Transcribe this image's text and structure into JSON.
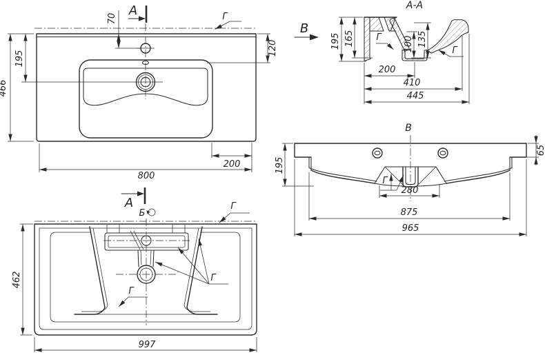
{
  "sheet": {
    "background": "#ffffff",
    "line_color": "#2b2b2b"
  },
  "plan_view": {
    "section_marker": "А",
    "surface_mark": "Г",
    "dims": {
      "d70": "70",
      "d466": "466",
      "d195": "195",
      "d120": "120",
      "d200": "200",
      "d800": "800"
    }
  },
  "section_view": {
    "title": "А-А",
    "view_marker": "В",
    "marks": {
      "left": "Г",
      "right": "Г"
    },
    "dims": {
      "d195": "195",
      "d165": "165",
      "d100": "100",
      "d135": "135",
      "d200": "200",
      "d410": "410",
      "d445": "445"
    }
  },
  "front_view": {
    "title": "В",
    "mark": "Г",
    "dims": {
      "d195": "195",
      "d65": "65",
      "d280": "280",
      "d875": "875",
      "d965": "965"
    }
  },
  "bottom_view": {
    "section_marker": "А",
    "detail_marker": "Б",
    "marks": {
      "top_right": "Г",
      "right": "Г",
      "center": "Г"
    },
    "dims": {
      "d462": "462",
      "d997": "997"
    }
  }
}
